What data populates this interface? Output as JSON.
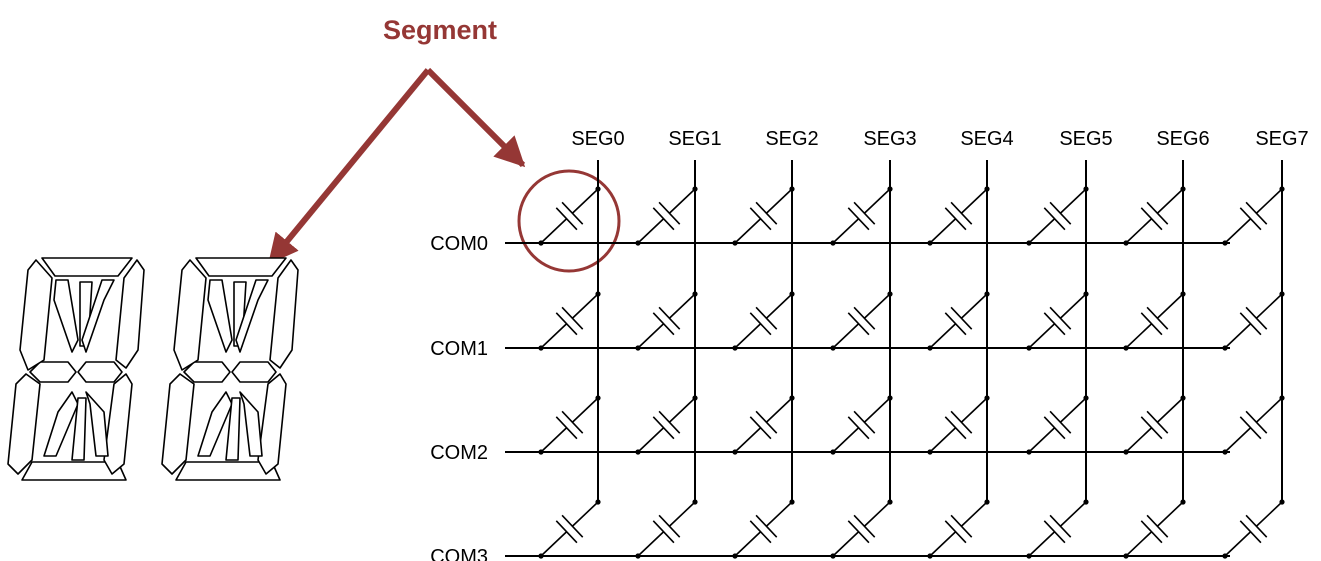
{
  "title": "Segment",
  "segments": [
    "SEG0",
    "SEG1",
    "SEG2",
    "SEG3",
    "SEG4",
    "SEG5",
    "SEG6",
    "SEG7"
  ],
  "commons": [
    "COM0",
    "COM1",
    "COM2",
    "COM3"
  ],
  "display_digits": 2,
  "colors": {
    "accent": "#953735",
    "lines": "#000000",
    "background": "#ffffff"
  }
}
